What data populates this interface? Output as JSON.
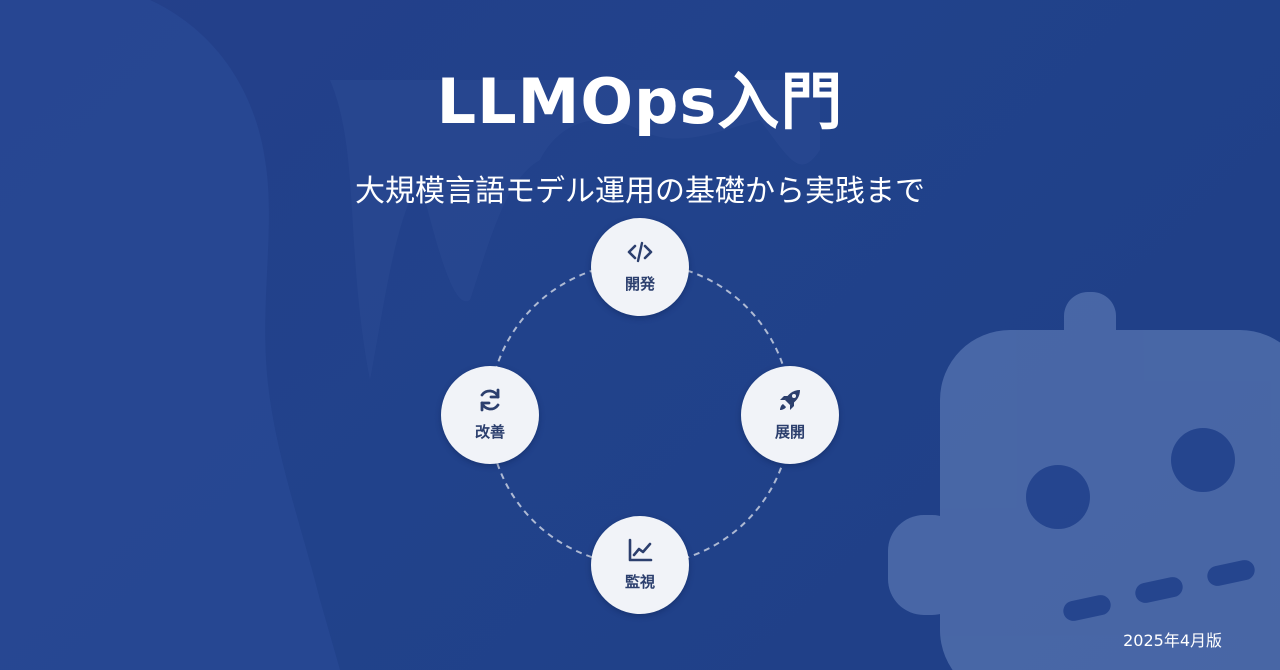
{
  "title": "LLMOps入門",
  "subtitle": "大規模言語モデル運用の基礎から実践まで",
  "cycle": {
    "nodes": [
      {
        "label": "開発",
        "icon": "code-icon"
      },
      {
        "label": "展開",
        "icon": "rocket-icon"
      },
      {
        "label": "監視",
        "icon": "chart-line-icon"
      },
      {
        "label": "改善",
        "icon": "refresh-icon"
      }
    ]
  },
  "version_label": "2025年4月版",
  "colors": {
    "background": "#21428b",
    "node_fill": "#f1f3f8",
    "node_text": "#2c3f6e",
    "ring": "#c7cfe0"
  }
}
